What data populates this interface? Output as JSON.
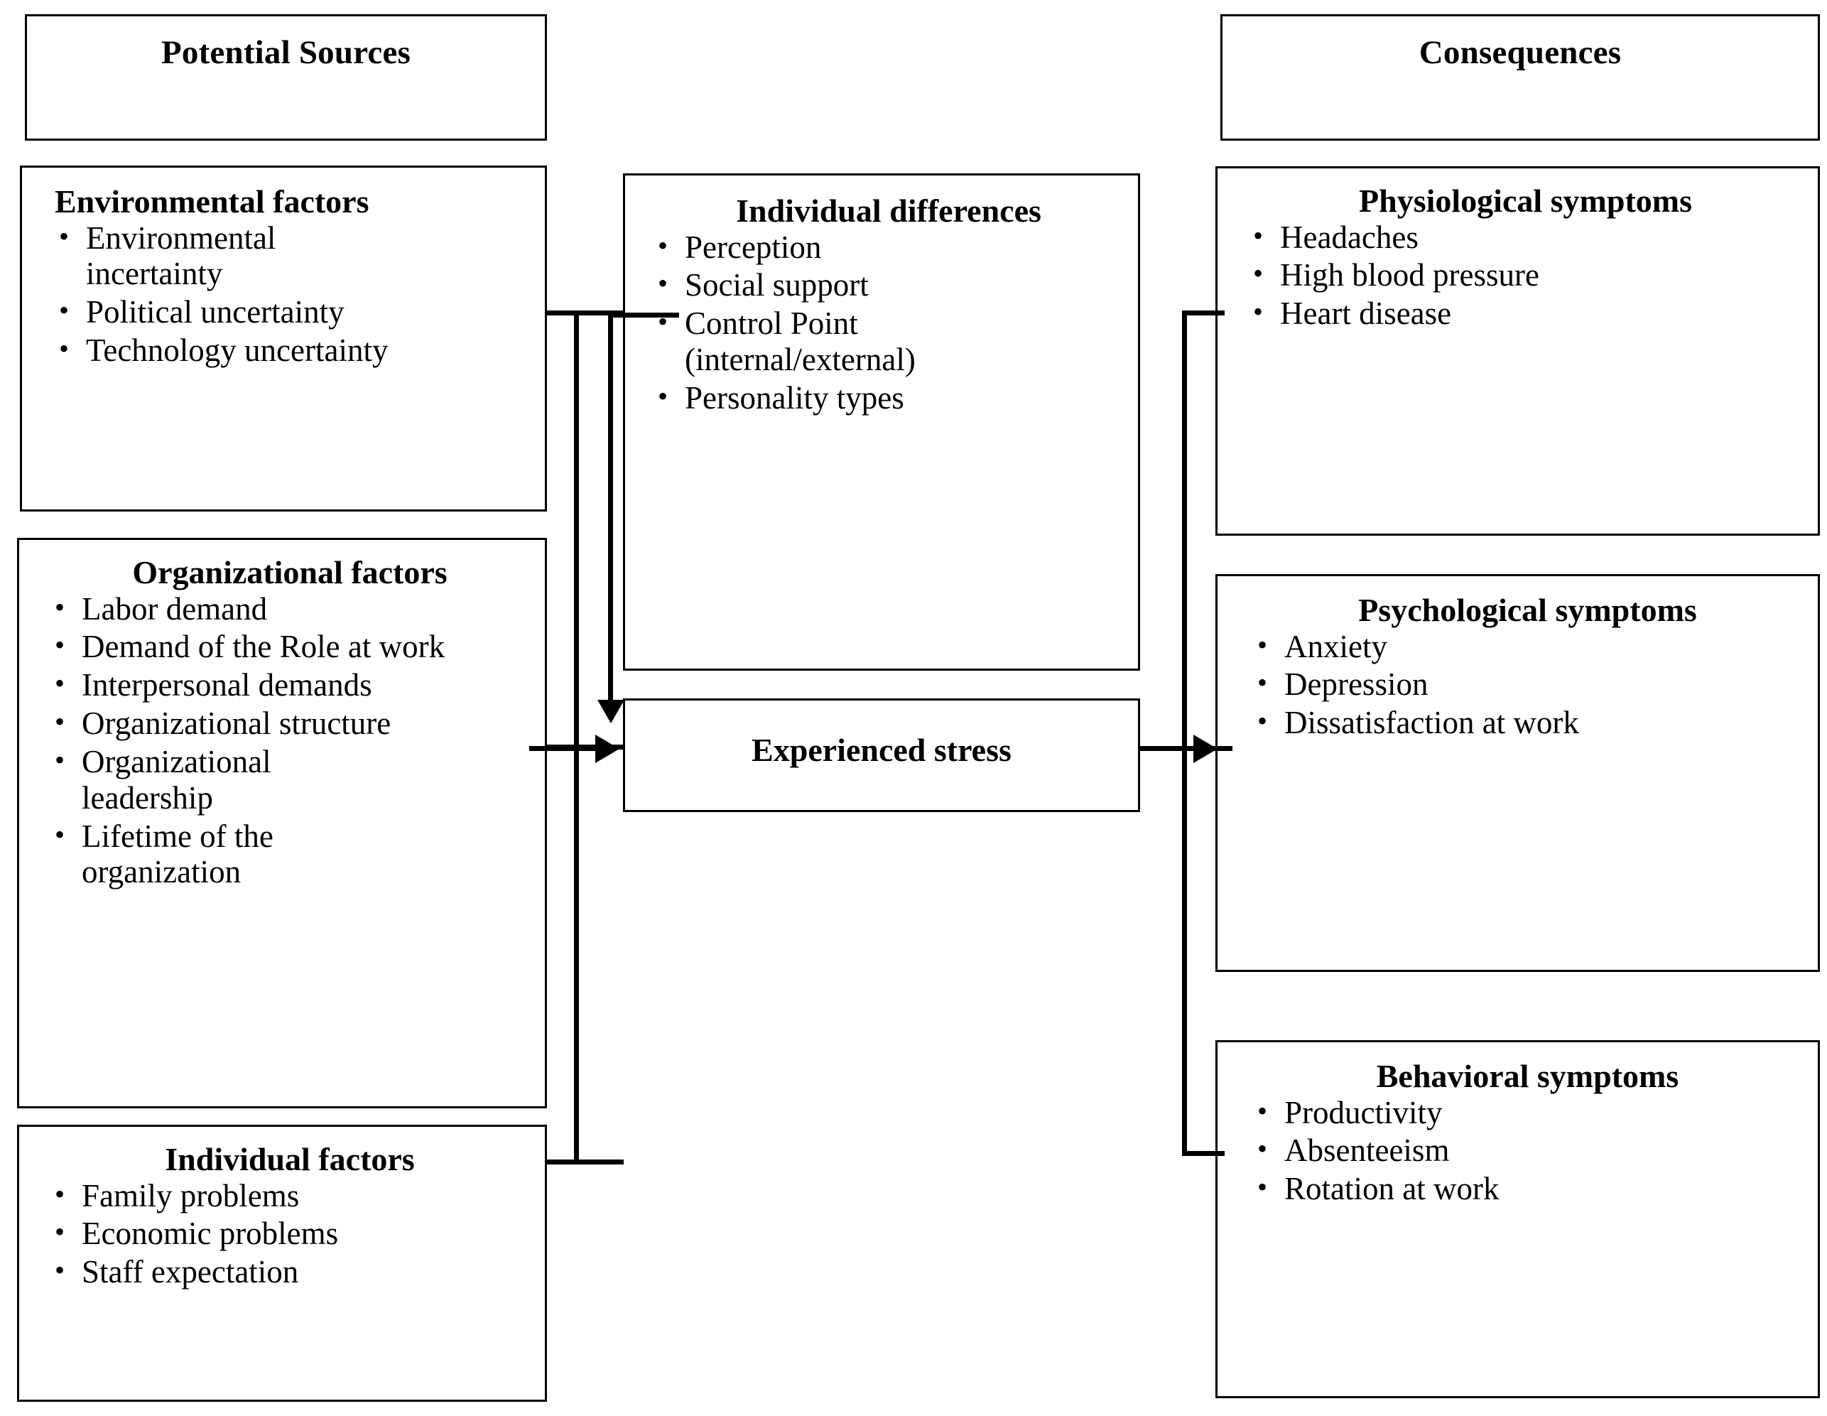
{
  "diagram": {
    "title": "Potential sources of stress, individual differences, and consequences",
    "headers": {
      "left": "Potential Sources",
      "right": "Consequences"
    },
    "sources": [
      {
        "id": "environmental-factors",
        "title": "Environmental factors",
        "items": [
          "Environmental incertainty",
          "Political uncertainty",
          "Technology uncertainty"
        ]
      },
      {
        "id": "organizational-factors",
        "title": "Organizational factors",
        "items": [
          "Labor demand",
          "Demand of the Role at work",
          "Interpersonal demands",
          "Organizational structure",
          "Organizational leadership",
          "Lifetime of the organization"
        ]
      },
      {
        "id": "individual-factors",
        "title": "Individual factors",
        "items": [
          "Family problems",
          "Economic problems",
          "Staff expectation"
        ]
      }
    ],
    "moderator": {
      "id": "individual-differences",
      "title": "Individual differences",
      "items": [
        "Perception",
        "Social support",
        "Control Point (internal/external)",
        "Personality types"
      ]
    },
    "center": {
      "id": "experienced-stress",
      "title": "Experienced stress"
    },
    "consequences": [
      {
        "id": "physiological-symptoms",
        "title": "Physiological symptoms",
        "items": [
          "Headaches",
          "High blood pressure",
          "Heart disease"
        ]
      },
      {
        "id": "psychological-symptoms",
        "title": "Psychological symptoms",
        "items": [
          "Anxiety",
          "Depression",
          "Dissatisfaction at work"
        ]
      },
      {
        "id": "behavioral-symptoms",
        "title": "Behavioral symptoms",
        "items": [
          "Productivity",
          "Absenteeism",
          "Rotation at work"
        ]
      }
    ],
    "colors": {
      "stroke": "#000000",
      "background": "#ffffff",
      "text": "#000000"
    }
  }
}
